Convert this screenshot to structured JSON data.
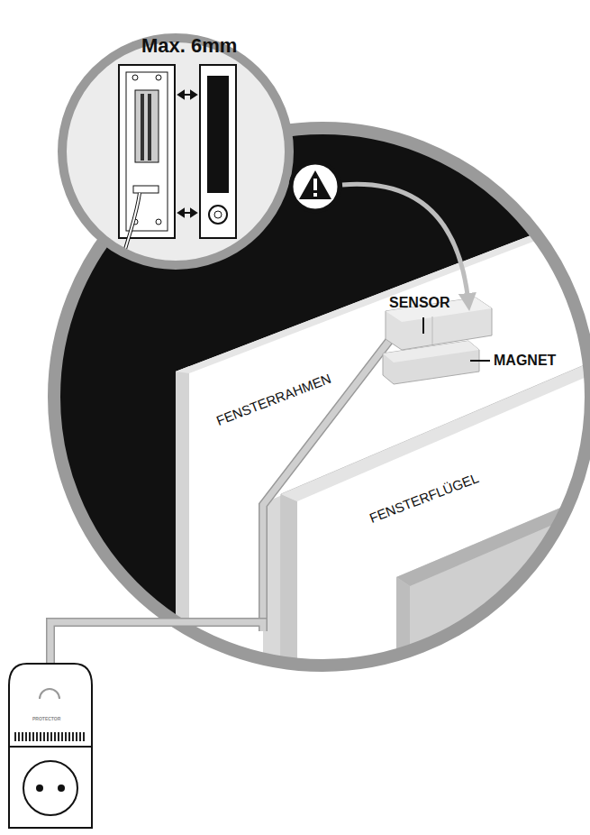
{
  "diagram": {
    "labels": [
      "Max. 6mm",
      "SENSOR",
      "MAGNET",
      "FENSTERRAHMEN",
      "FENSTERFLÜGEL",
      "PROTECTOR"
    ]
  }
}
